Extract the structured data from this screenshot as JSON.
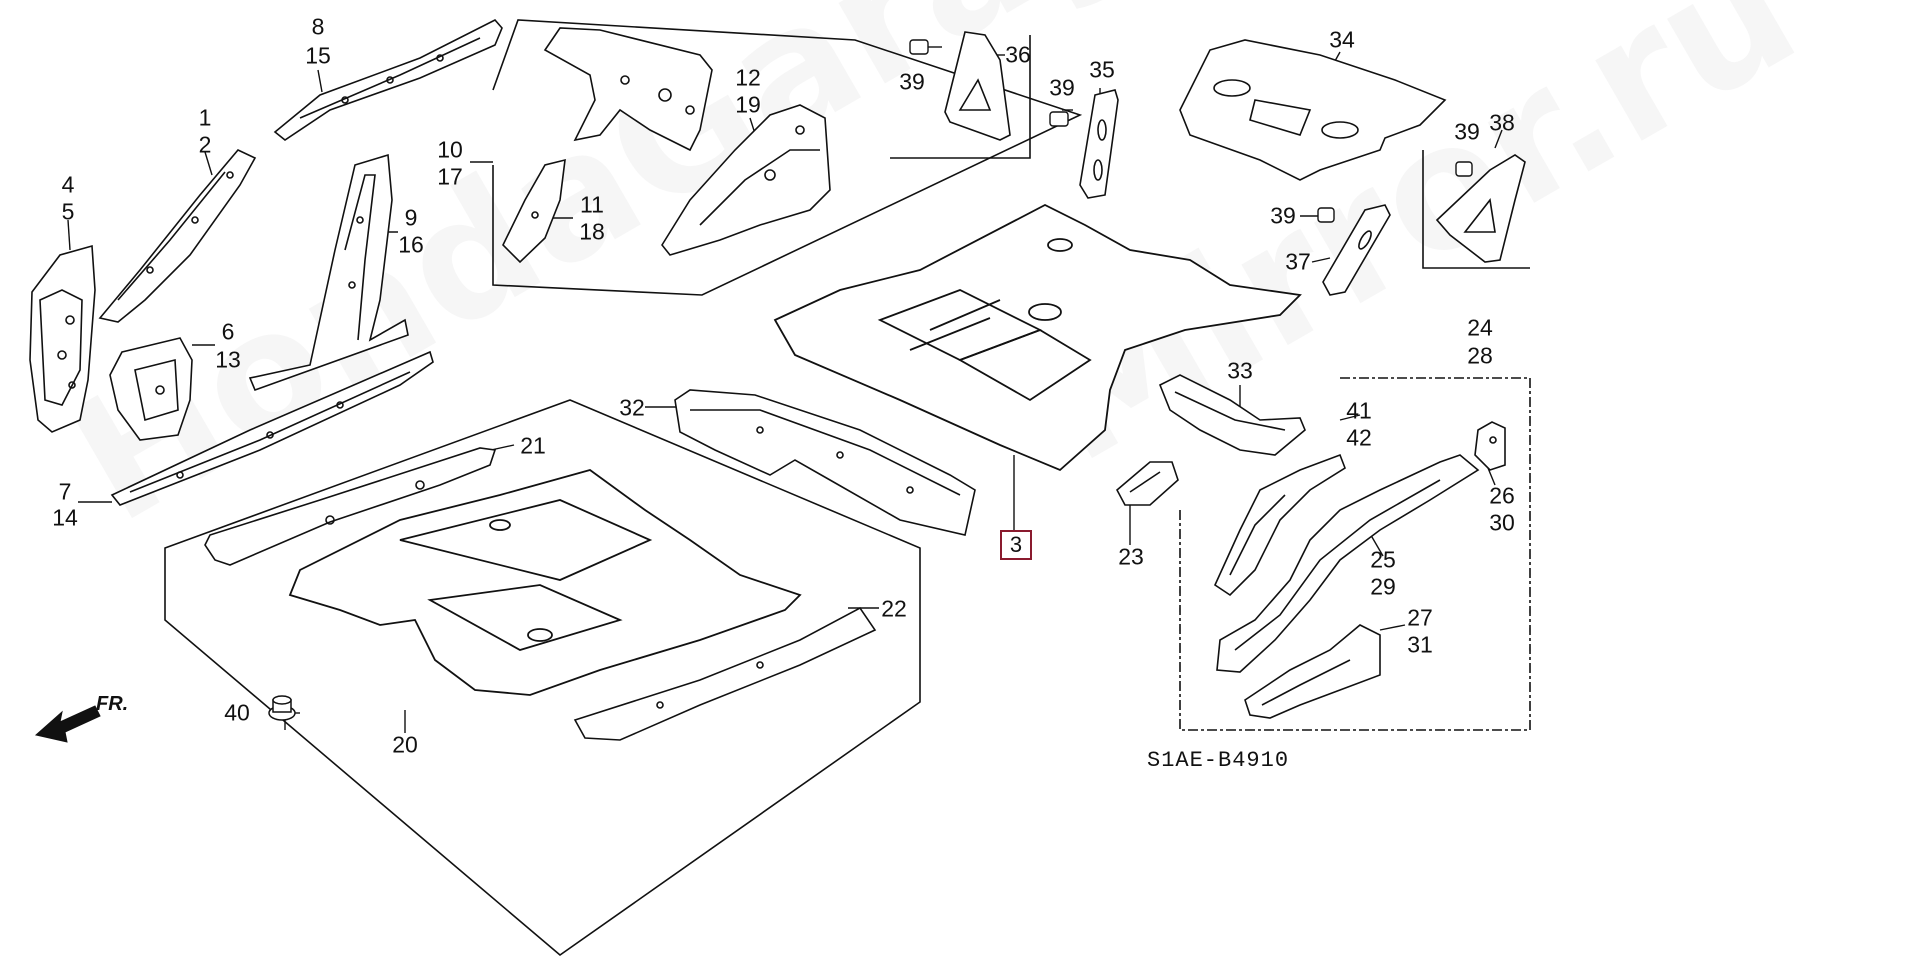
{
  "watermark": {
    "brand": "HondaGarage",
    "site": "Mirror.ru"
  },
  "diagram": {
    "code": "S1AE-B4910",
    "direction_label": "FR.",
    "highlighted_callout": "3",
    "callouts": {
      "c1": "1",
      "c2": "2",
      "c4": "4",
      "c5": "5",
      "c6": "6",
      "c13": "13",
      "c7": "7",
      "c14": "14",
      "c8": "8",
      "c15": "15",
      "c9": "9",
      "c16": "16",
      "c10": "10",
      "c17": "17",
      "c11": "11",
      "c18": "18",
      "c12": "12",
      "c19": "19",
      "c20": "20",
      "c21": "21",
      "c22": "22",
      "c23": "23",
      "c24": "24",
      "c28": "28",
      "c25": "25",
      "c29": "29",
      "c26": "26",
      "c30": "30",
      "c27": "27",
      "c31": "31",
      "c32": "32",
      "c33": "33",
      "c34": "34",
      "c35": "35",
      "c36": "36",
      "c37": "37",
      "c38": "38",
      "c39a": "39",
      "c39b": "39",
      "c39c": "39",
      "c39d": "39",
      "c40": "40",
      "c41": "41",
      "c42": "42"
    }
  },
  "colors": {
    "line": "#111111",
    "highlight_border": "#8a1a2e",
    "background": "#ffffff"
  }
}
